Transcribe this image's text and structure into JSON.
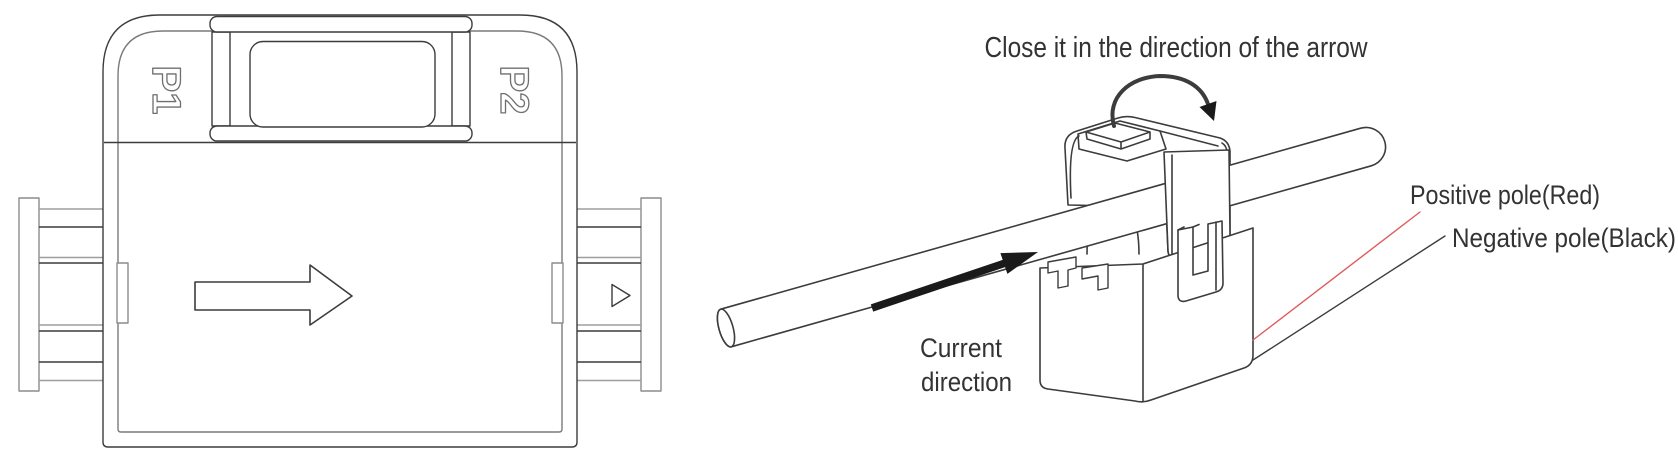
{
  "colors": {
    "line_dark": "#3c3c3c",
    "line_light": "#9e9e9e",
    "line_mid": "#7a7a7a",
    "text": "#333333",
    "positive_leader_red": "#e05b5b",
    "negative_leader_black": "#3c3c3c",
    "arrow_fill": "#1a1a1a"
  },
  "top_view": {
    "p1": "P1",
    "p2": "P2"
  },
  "iso_view": {
    "instruction": "Close it in the direction of the arrow",
    "current_line1": "Current",
    "current_line2": "direction",
    "positive": "Positive pole(Red)",
    "negative": "Negative pole(Black)"
  }
}
